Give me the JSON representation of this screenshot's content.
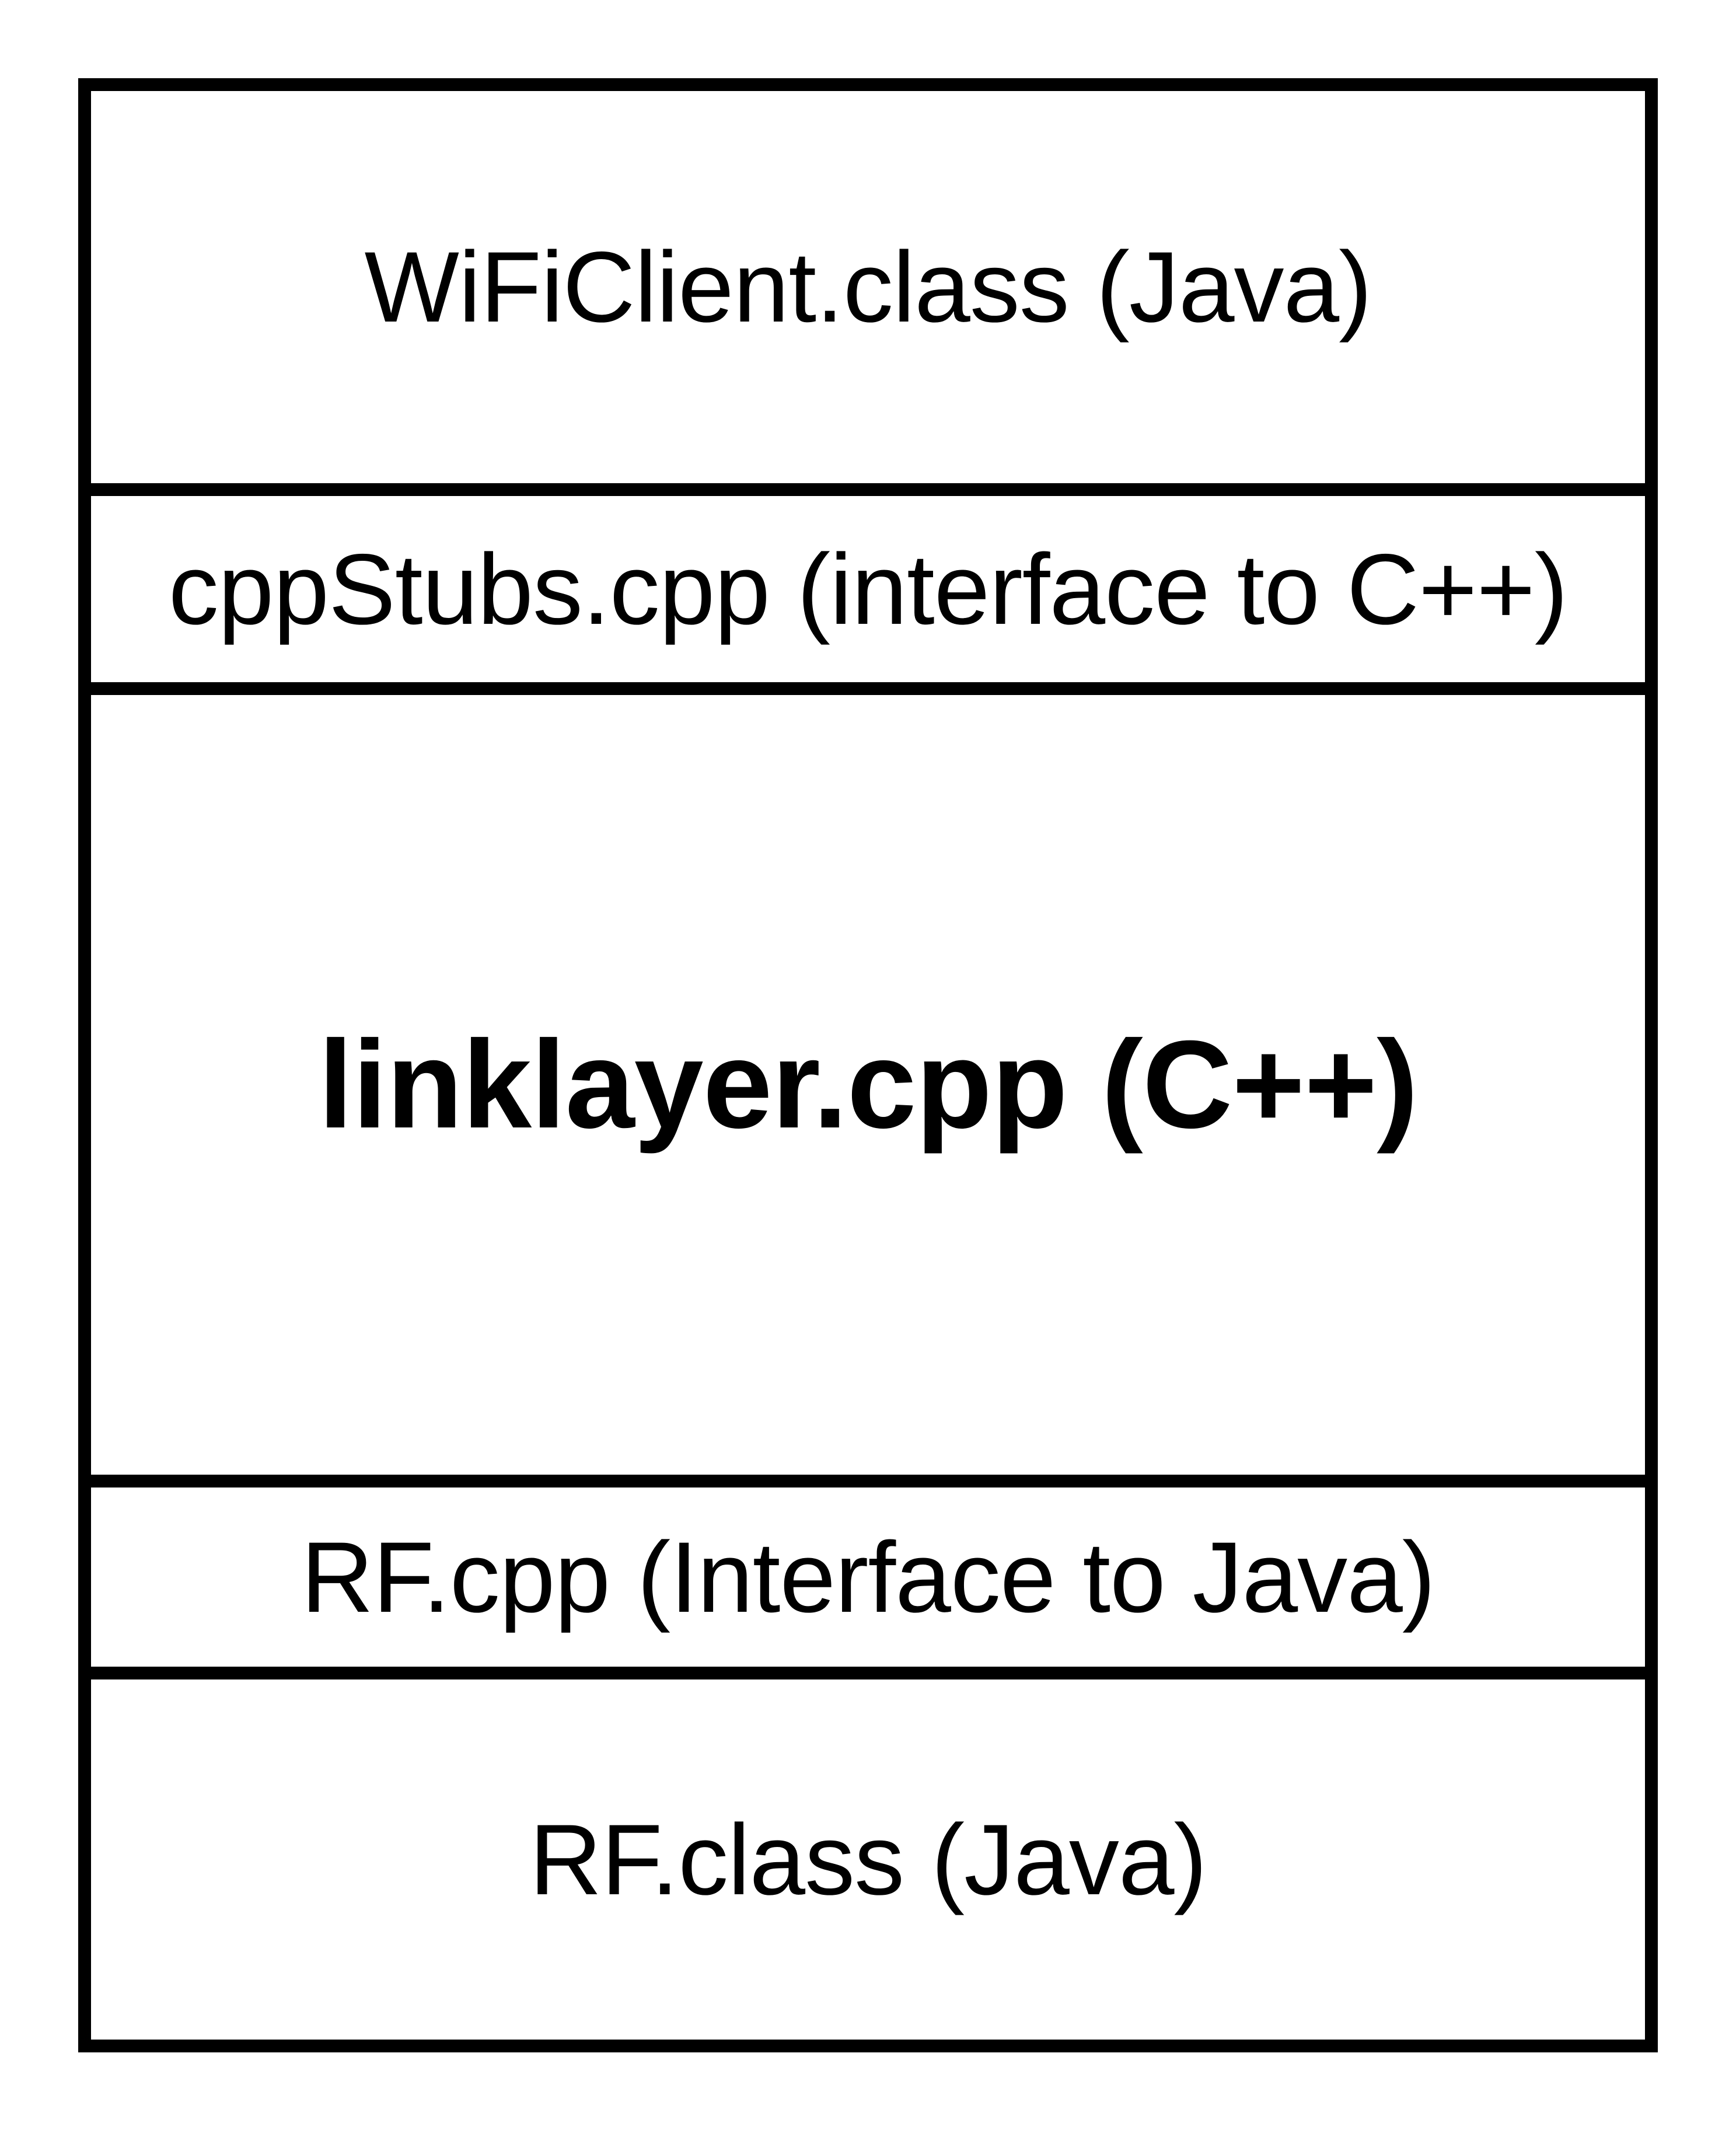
{
  "diagram": {
    "layers": [
      {
        "id": "wificlient",
        "label": "WiFiClient.class (Java)"
      },
      {
        "id": "cppstubs",
        "label": "cppStubs.cpp (interface to C++)"
      },
      {
        "id": "linklayer",
        "label": "linklayer.cpp (C++)"
      },
      {
        "id": "rfcpp",
        "label": "RF.cpp (Interface to Java)"
      },
      {
        "id": "rfclass",
        "label": "RF.class (Java)"
      }
    ]
  }
}
